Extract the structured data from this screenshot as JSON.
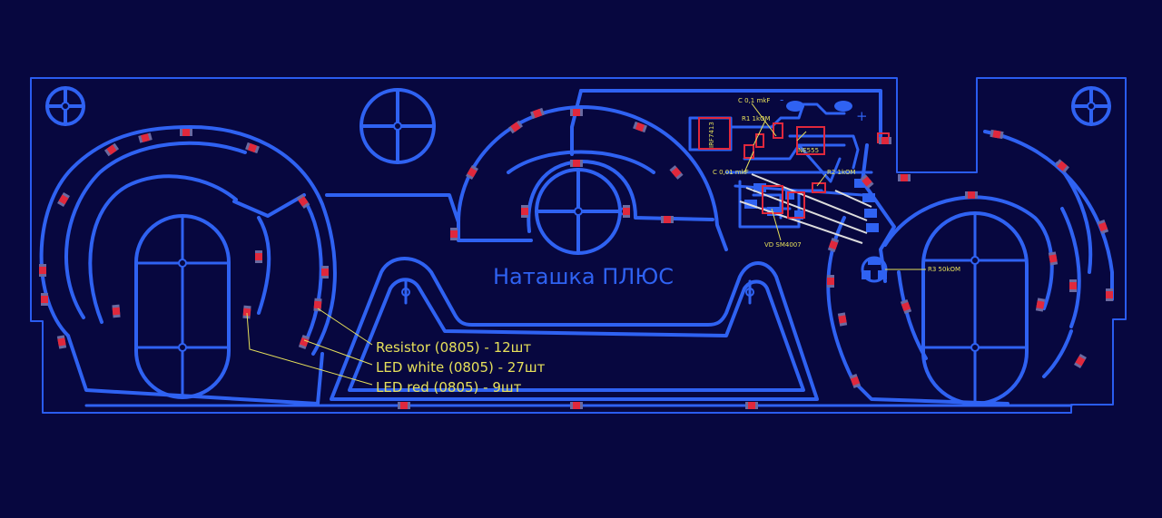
{
  "board": {
    "title": "Наташка ПЛЮС",
    "colors": {
      "background": "#07073f",
      "trace": "#2f62f2",
      "outline": "#2a5cf0",
      "component": "#e0283c",
      "silkscreen": "#e6e05a",
      "wire": "#dcdcdc"
    }
  },
  "legend": [
    {
      "text": "Resistor (0805) - 12шт"
    },
    {
      "text": "LED white (0805) - 27шт"
    },
    {
      "text": "LED red (0805) - 9шт"
    }
  ],
  "components": {
    "c1": "C 0,1 mkF",
    "r1": "R1 1kOM",
    "u2": "NE555",
    "q1": "IRF7413",
    "c2": "C 0,01 mkF",
    "r2": "R2 1kOM",
    "vd": "VD SM4007",
    "r3": "R3 50kOM",
    "plus": "+",
    "minus": "-"
  }
}
